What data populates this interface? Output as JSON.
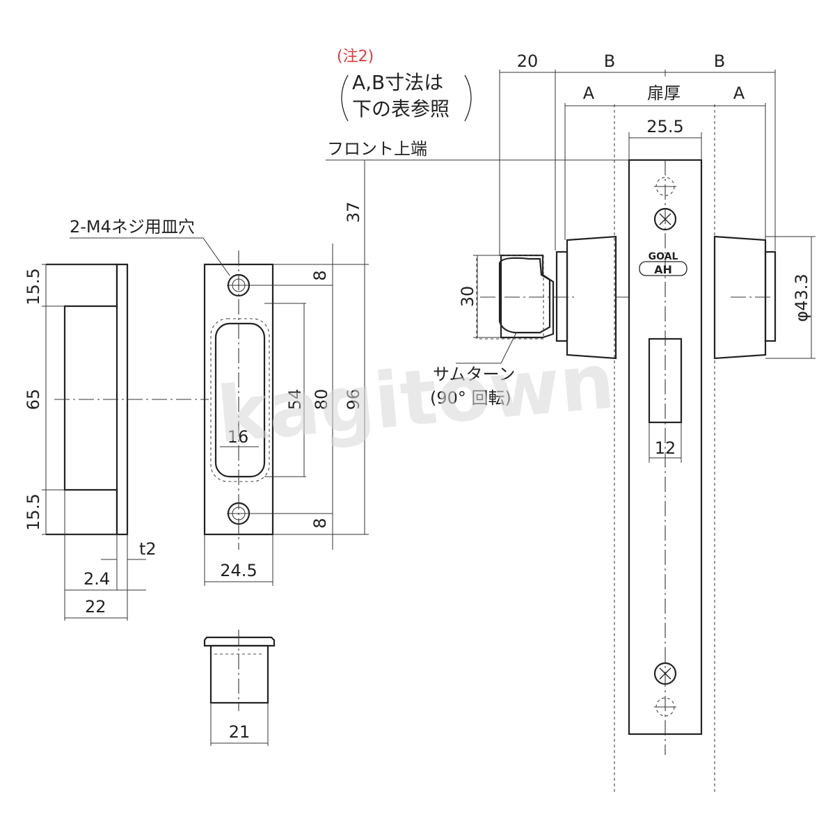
{
  "note": {
    "marker": "(注2)",
    "line1": "A,B寸法は",
    "line2": "下の表参照"
  },
  "labels": {
    "front_top": "フロント上端",
    "screw_hole": "2-M4ネジ用皿穴",
    "thumbturn_line1": "サムターン",
    "thumbturn_line2": "(90° 回転)",
    "door_thickness": "扉厚",
    "brand_top": "GOAL",
    "brand_bottom": "AH",
    "watermark": "kagitown"
  },
  "dimensions": {
    "top_20": "20",
    "top_B_left": "B",
    "top_B_right": "B",
    "top_A_left": "A",
    "top_A_right": "A",
    "front_width": "25.5",
    "offset_37": "37",
    "thumb_30": "30",
    "dia": "φ43.3",
    "bolt_12": "12",
    "left_15_5_top": "15.5",
    "left_65": "65",
    "left_15_5_bottom": "15.5",
    "t2": "t2",
    "d2_4": "2.4",
    "d22": "22",
    "strike_8_top": "8",
    "strike_54": "54",
    "strike_80": "80",
    "strike_96": "96",
    "strike_8_bottom": "8",
    "strike_16": "16",
    "strike_24_5": "24.5",
    "box_21": "21"
  }
}
